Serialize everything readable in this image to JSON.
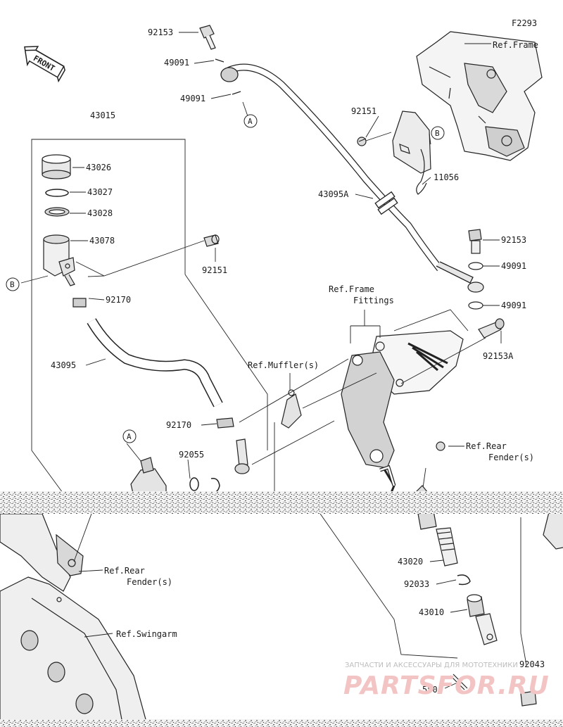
{
  "diagram_code": "F2293",
  "front_badge": "FRONT",
  "callouts": {
    "A": "A",
    "B": "B"
  },
  "part_numbers": {
    "p92153_top": "92153",
    "p49091_1": "49091",
    "p49091_2": "49091",
    "p92151_right": "92151",
    "p11056": "11056",
    "p43095A": "43095A",
    "p92153_mid": "92153",
    "p49091_3": "49091",
    "p49091_4": "49091",
    "p92153A": "92153A",
    "p43015": "43015",
    "p43026": "43026",
    "p43027": "43027",
    "p43028": "43028",
    "p43078": "43078",
    "p92151_left": "92151",
    "p92170_1": "92170",
    "p43095": "43095",
    "p92170_2": "92170",
    "p92055": "92055",
    "p43020": "43020",
    "p92033": "92033",
    "p43010": "43010",
    "p550": "550",
    "p92043": "92043"
  },
  "references": {
    "ref_frame_top": "Ref.Frame",
    "ref_frame_fittings_1": "Ref.Frame",
    "ref_frame_fittings_2": "Fittings",
    "ref_muffler": "Ref.Muffler(s)",
    "ref_rear_fender_right_1": "Ref.Rear",
    "ref_rear_fender_right_2": "Fender(s)",
    "ref_rear_fender_left_1": "Ref.Rear",
    "ref_rear_fender_left_2": "Fender(s)",
    "ref_swingarm": "Ref.Swingarm"
  },
  "watermark": {
    "shop_text": "ЗАПЧАСТИ И АКСЕССУАРЫ ДЛЯ МОТОТЕХНИКИ",
    "brand_text": "PARTSFOR.RU"
  }
}
